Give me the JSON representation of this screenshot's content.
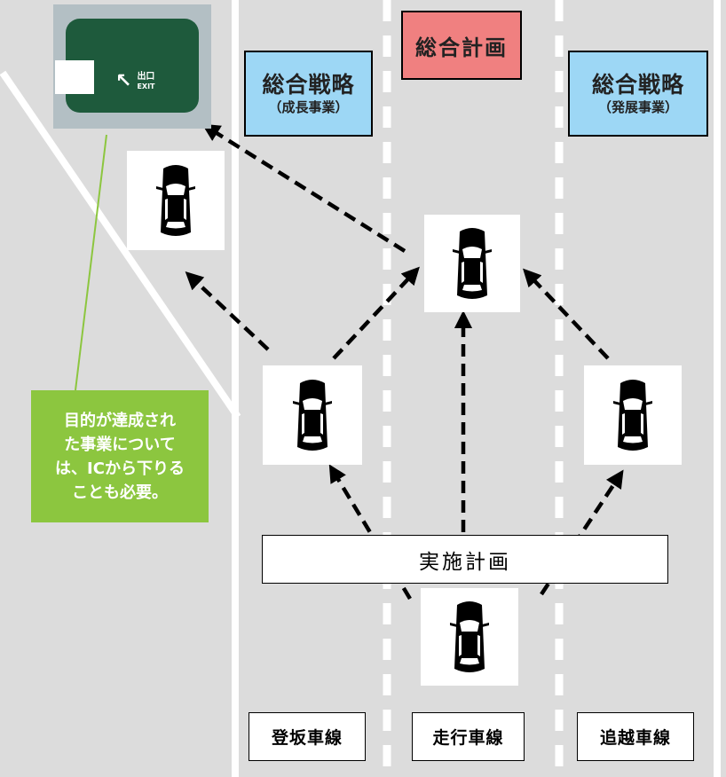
{
  "overall_plan": {
    "label": "総合計画"
  },
  "strategies": [
    {
      "title": "総合戦略",
      "sub": "（成長事業）"
    },
    {
      "title": "総合戦略",
      "sub": "（発展事業）"
    }
  ],
  "implementation": {
    "label": "実施計画"
  },
  "lanes": [
    {
      "label": "登坂車線"
    },
    {
      "label": "走行車線"
    },
    {
      "label": "追越車線"
    }
  ],
  "note": {
    "lines": [
      "目的が達成され",
      "た事業について",
      "は、ICから下りる",
      "ことも必要。"
    ]
  },
  "sign": {
    "exit_text": "出口",
    "exit_en": "EXIT"
  },
  "colors": {
    "road": "#dcdcdc",
    "strategy_box": "#9dd7f5",
    "overall_box": "#f08080",
    "note": "#8cc63f",
    "sign_panel": "#1e5a3c",
    "leader_line": "#8cc63f"
  },
  "icons": {
    "car": "car-top-view-icon",
    "exit_arrow": "arrow-up-left-icon"
  }
}
